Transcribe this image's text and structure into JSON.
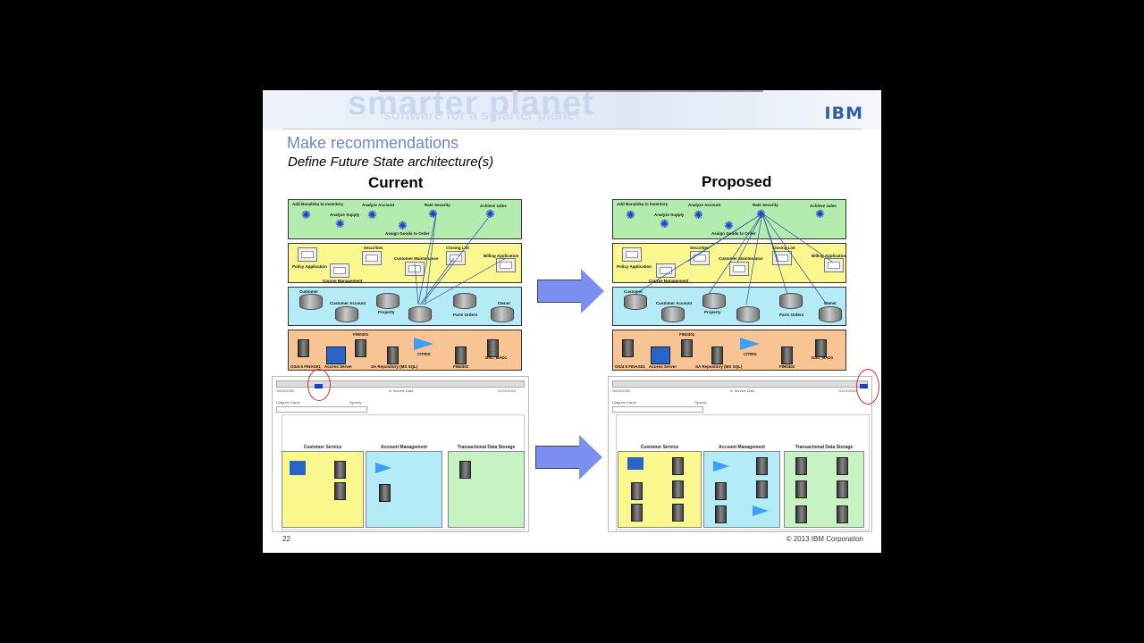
{
  "banner": {
    "watermark_big": "smarter planet",
    "watermark_small": "software for a smarter planet",
    "logo": "IBM"
  },
  "slide": {
    "title": "Make recommendations",
    "subtitle": "Define Future State architecture(s)",
    "current_label": "Current",
    "proposed_label": "Proposed",
    "page_number": "22",
    "copyright": "© 2013 IBM Corporation"
  },
  "current": {
    "l1": [
      "Add Bonaloka to Inventory",
      "Analyze Account",
      "Rate Security",
      "Achieve sales",
      "Analyze Supply",
      "Assign Goods to Order"
    ],
    "l2": [
      "Securities",
      "Closing List",
      "Policy Application",
      "Customer Maintenance",
      "Billing Application",
      "Course Management"
    ],
    "l3": [
      "Customer",
      "Customer Account",
      "Property",
      "Parts Orders",
      "Owner"
    ],
    "l4": [
      "FIN0301",
      "DSC_BAD1",
      "Access Server",
      "SA Repository (MS SQL)",
      "CITRIX",
      "FIN0302",
      "OS/4 5 FINAS01"
    ]
  },
  "proposed": {
    "l1": [
      "Add Bonaloka to Inventory",
      "Analyze Account",
      "Rate Security",
      "Achieve sales",
      "Analyze Supply",
      "Assign Goods to Order"
    ],
    "l2": [
      "Securities",
      "Closing List",
      "Policy Application",
      "Customer Maintenance",
      "Billing Application",
      "Course Management"
    ],
    "l3": [
      "Customer",
      "Customer Account",
      "Property",
      "Parts Orders",
      "Owner"
    ],
    "l4": [
      "FIN0301",
      "DSC_BAD1",
      "Access Server",
      "SA Repository (MS SQL)",
      "CITRIX",
      "FIN0302",
      "OS/4 5 FINAS01"
    ]
  },
  "shot_current": {
    "status": "In Service Date",
    "date_left": "06/02/2000",
    "date_right": "01/01/2003",
    "field1": "Diagram Name",
    "field2": "Opacity",
    "boxes": [
      "Customer Service",
      "Account Management",
      "Transactional Data Storage"
    ]
  },
  "shot_proposed": {
    "status": "In Service Date",
    "date_left": "06/02/2000",
    "date_right": "01/01/2003",
    "field1": "Diagram Name",
    "field2": "Opacity",
    "boxes": [
      "Customer Service",
      "Account Management",
      "Transactional Data Storage"
    ]
  },
  "colors": {
    "title": "#6f86c9",
    "layer_green": "#b4ecb0",
    "layer_yellow": "#f9f78e",
    "layer_cyan": "#b3ecf6",
    "layer_orange": "#f9c493",
    "arrow": "#7a8ff0",
    "highlight_circle": "#d63030"
  }
}
